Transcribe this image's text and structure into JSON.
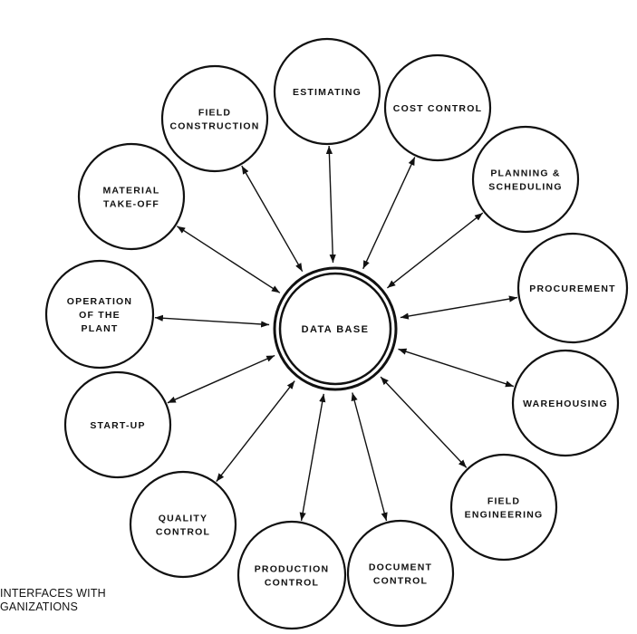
{
  "colors": {
    "ink": "#111111",
    "background": "#ffffff"
  },
  "center": {
    "label": "DATA BASE"
  },
  "nodes": [
    {
      "id": "estimating",
      "lines": [
        "ESTIMATING"
      ]
    },
    {
      "id": "cost-control",
      "lines": [
        "COST  CONTROL"
      ]
    },
    {
      "id": "planning-scheduling",
      "lines": [
        "PLANNING  &",
        "SCHEDULING"
      ]
    },
    {
      "id": "procurement",
      "lines": [
        "PROCUREMENT"
      ]
    },
    {
      "id": "warehousing",
      "lines": [
        "WAREHOUSING"
      ]
    },
    {
      "id": "field-engineering",
      "lines": [
        "FIELD",
        "ENGINEERING"
      ]
    },
    {
      "id": "document-control",
      "lines": [
        "DOCUMENT",
        "CONTROL"
      ]
    },
    {
      "id": "production-control",
      "lines": [
        "PRODUCTION",
        "CONTROL"
      ]
    },
    {
      "id": "quality-control",
      "lines": [
        "QUALITY",
        "CONTROL"
      ]
    },
    {
      "id": "start-up",
      "lines": [
        "START-UP"
      ]
    },
    {
      "id": "operation-of-the-plant",
      "lines": [
        "OPERATION",
        "OF  THE",
        "PLANT"
      ]
    },
    {
      "id": "material-take-off",
      "lines": [
        "MATERIAL",
        "TAKE-OFF"
      ]
    },
    {
      "id": "field-construction",
      "lines": [
        "FIELD",
        "CONSTRUCTION"
      ]
    }
  ],
  "caption": {
    "line1": "INTERFACES WITH",
    "line2": "GANIZATIONS"
  }
}
